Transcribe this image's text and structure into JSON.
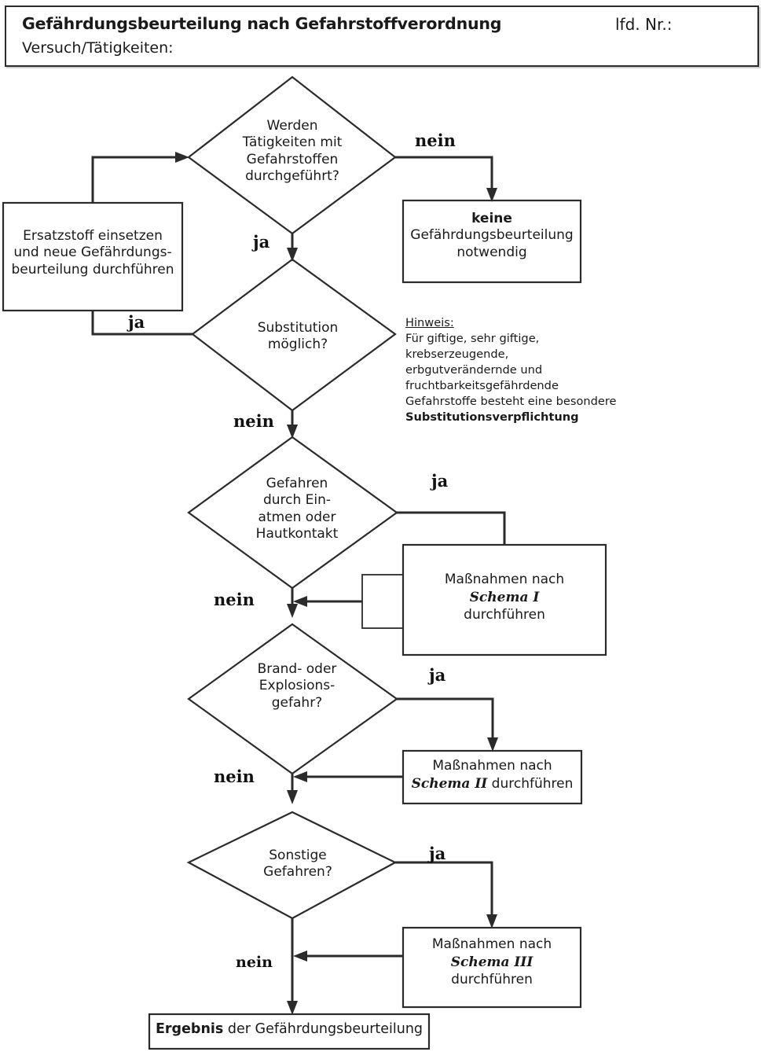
{
  "header": {
    "title": "Gefährdungsbeurteilung nach Gefahrstoffverordnung",
    "lfd_nr_label": "lfd. Nr.:",
    "subtitle": "Versuch/Tätigkeiten:"
  },
  "nodes": {
    "d1_line1": "Werden",
    "d1_line2": "Tätigkeiten mit",
    "d1_line3": "Gefahrstoffen",
    "d1_line4": "durchgeführt?",
    "ersatzstoff_line1": "Ersatzstoff einsetzen",
    "ersatzstoff_line2": "und neue Gefährdungs-",
    "ersatzstoff_line3": "beurteilung durchführen",
    "keine_line1": "keine",
    "keine_line2": "Gefährdungsbeurteilung",
    "keine_line3": "notwendig",
    "d2_line1": "Substitution",
    "d2_line2": "möglich?",
    "d3_line1": "Gefahren",
    "d3_line2": "durch Ein-",
    "d3_line3": "atmen oder",
    "d3_line4": "Hautkontakt",
    "d4_line1": "Brand- oder",
    "d4_line2": "Explosions-",
    "d4_line3": "gefahr?",
    "d5_line1": "Sonstige",
    "d5_line2": "Gefahren?",
    "schema1_line1": "Maßnahmen nach",
    "schema1_line2": "Schema I",
    "schema1_line3": "durchführen",
    "schema2_line1": "Maßnahmen nach",
    "schema2_line2": "Schema II",
    "schema2_line3": "durchführen",
    "schema3_line1": "Maßnahmen nach",
    "schema3_line2": "Schema III",
    "schema3_line3": "durchführen",
    "ergebnis_bold": "Ergebnis",
    "ergebnis_rest": " der Gefährdungsbeurteilung"
  },
  "edge_labels": {
    "d1_nein": "nein",
    "d1_ja": "ja",
    "d2_ja": "ja",
    "d2_nein": "nein",
    "d3_ja": "ja",
    "d3_nein": "nein",
    "d4_ja": "ja",
    "d4_nein": "nein",
    "d5_ja": "ja",
    "d5_nein": "nein"
  },
  "hinweis": {
    "title": "Hinweis:",
    "line1": "Für giftige, sehr giftige,",
    "line2": "krebserzeugende,",
    "line3": "erbgutverändernde und",
    "line4": "fruchtbarkeitsgefährdende",
    "line5": "Gefahrstoffe besteht eine besondere",
    "bold": "Substitutionsverpflichtung"
  },
  "colors": {
    "line": "#2b2b2b",
    "text": "#1a1a1a",
    "background": "#ffffff"
  }
}
